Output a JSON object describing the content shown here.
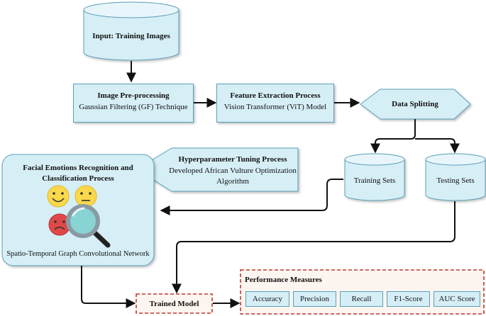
{
  "input": {
    "label": "Input: Training Images"
  },
  "preprocess": {
    "title": "Image Pre-processing",
    "subtitle": "Gaussian Filtering (GF) Technique"
  },
  "feature": {
    "title": "Feature Extraction Process",
    "subtitle": "Vision Transformer (ViT) Model"
  },
  "split": {
    "label": "Data Splitting"
  },
  "hyper": {
    "title": "Hyperparameter Tuning Process",
    "line1": "Developed African Vulture Optimization",
    "line2": "Algorithm"
  },
  "train_sets": {
    "label": "Training Sets"
  },
  "test_sets": {
    "label": "Testing Sets"
  },
  "facial": {
    "title_line1": "Facial Emotions Recognition and",
    "title_line2": "Classification Process",
    "caption": "Spatio-Temporal Graph Convolutional Network"
  },
  "trained": {
    "label": "Trained Model"
  },
  "performance": {
    "title": "Performance Measures",
    "metrics": [
      "Accuracy",
      "Precision",
      "Recall",
      "F1-Score",
      "AUC Score"
    ]
  },
  "colors": {
    "box_fill": "#d6eef6",
    "box_stroke": "#5aa0b8",
    "dashed_red": "#c0392b",
    "arrow": "#111111"
  },
  "icons": [
    "happy-face-icon",
    "neutral-face-icon",
    "sad-face-icon",
    "magnifier-icon"
  ]
}
